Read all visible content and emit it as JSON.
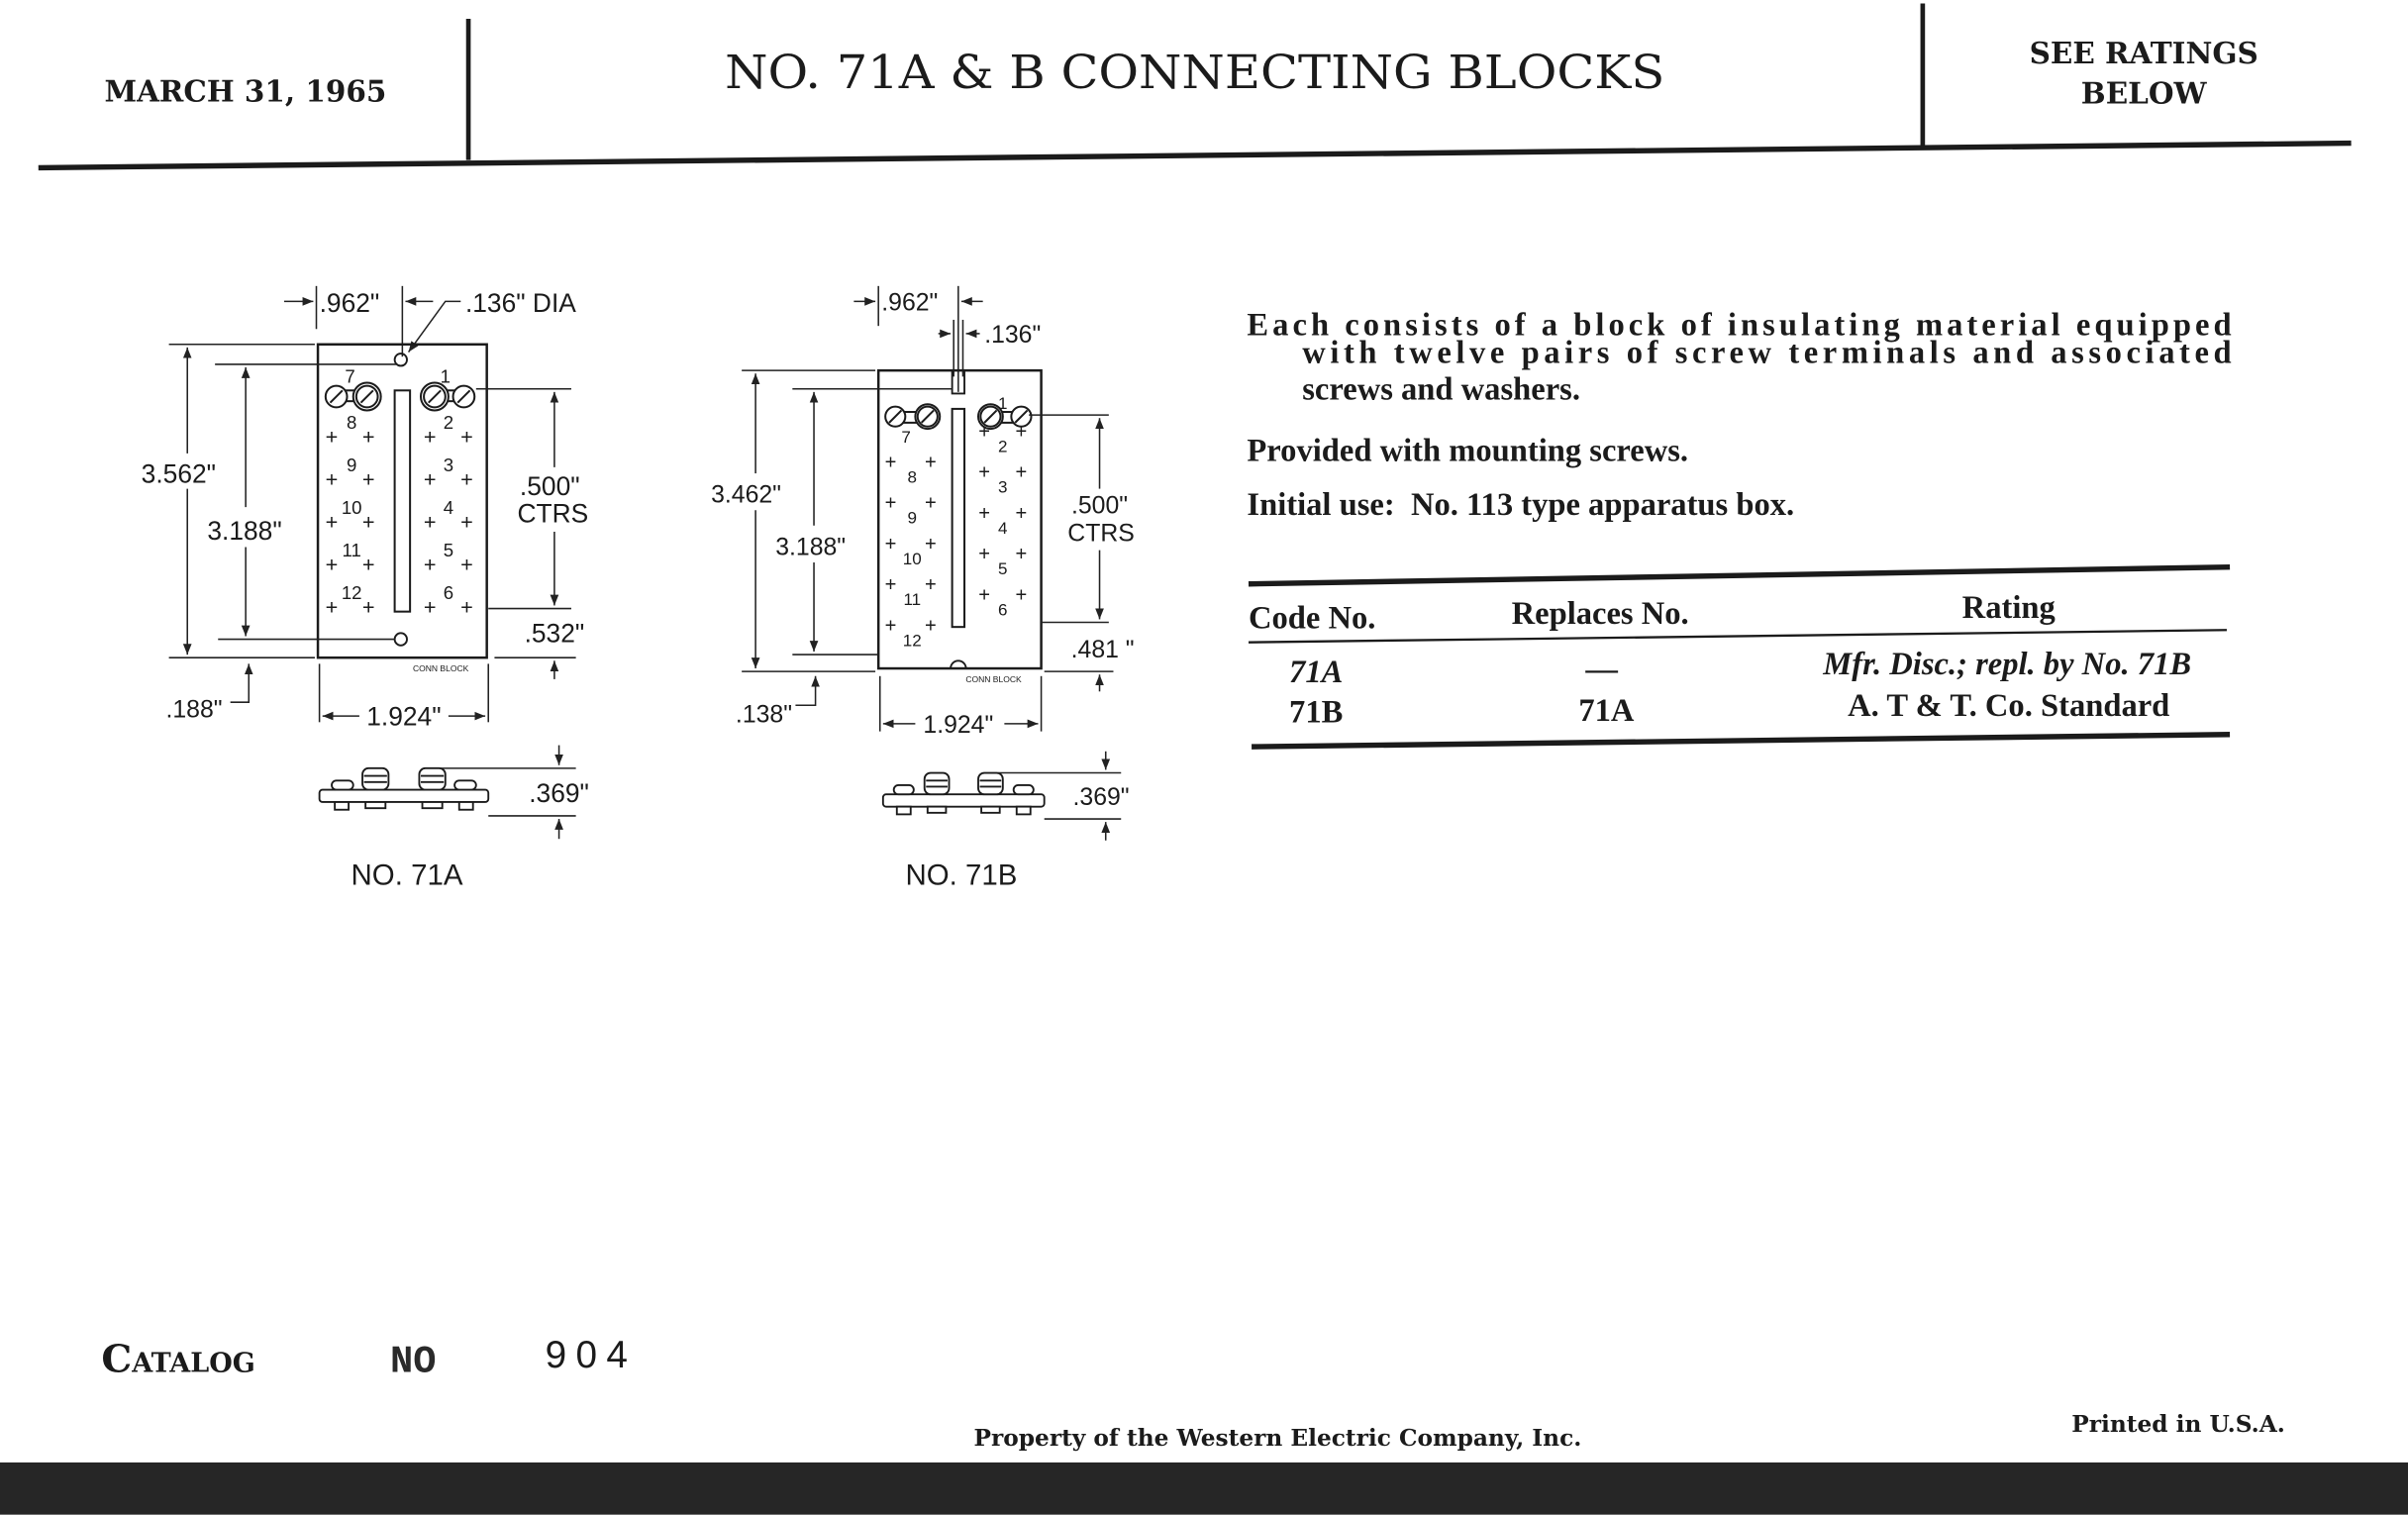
{
  "header": {
    "date": "MARCH 31, 1965",
    "title": "NO. 71A & B CONNECTING BLOCKS",
    "ratings_line1": "SEE RATINGS",
    "ratings_line2": "BELOW"
  },
  "drawing_71a": {
    "dim_width_half": ".962\"",
    "dim_hole": ".136\" DIA",
    "dim_height": "3.562\"",
    "dim_mount": "3.188\"",
    "dim_offset": ".188\"",
    "dim_centers": ".500\"",
    "dim_centers_label": "CTRS",
    "dim_bottom": ".532\"",
    "block_label": "CONN BLOCK",
    "dim_width": "1.924\"",
    "dim_thickness": ".369\"",
    "caption": "NO. 71A",
    "top_terminals": [
      "7",
      "1"
    ],
    "left_terminals": [
      "8",
      "9",
      "10",
      "11",
      "12"
    ],
    "right_terminals": [
      "2",
      "3",
      "4",
      "5",
      "6"
    ]
  },
  "drawing_71b": {
    "dim_width_half": ".962\"",
    "dim_slot": ".136\"",
    "dim_height": "3.462\"",
    "dim_mount": "3.188\"",
    "dim_offset": ".138\"",
    "dim_centers": ".500\"",
    "dim_centers_label": "CTRS",
    "dim_bottom": ".481 \"",
    "block_label": "CONN BLOCK",
    "dim_width": "1.924\"",
    "dim_thickness": ".369\"",
    "caption": "NO. 71B",
    "top_terminals": [
      "7",
      "1"
    ],
    "left_terminals": [
      "8",
      "9",
      "10",
      "11",
      "12"
    ],
    "right_terminals": [
      "2",
      "3",
      "4",
      "5",
      "6"
    ]
  },
  "description": {
    "line1": "Each consists of a block of insulating material equipped",
    "line2": "with twelve pairs of screw terminals and associated",
    "line3": "screws and washers.",
    "mounting": "Provided with mounting screws.",
    "initial_use": "Initial use:  No. 113 type apparatus box."
  },
  "ratings_table": {
    "headers": [
      "Code No.",
      "Replaces No.",
      "Rating"
    ],
    "rows": [
      {
        "code": "71A",
        "replaces": "—",
        "rating": "Mfr. Disc.; repl. by No. 71B"
      },
      {
        "code": "71B",
        "replaces": "71A",
        "rating": "A. T & T. Co. Standard"
      }
    ]
  },
  "footer": {
    "catalog_label": "Catalog",
    "no_label": "NO",
    "catalog_number": "904",
    "property": "Property of the Western Electric Company, Inc.",
    "printed": "Printed in U.S.A."
  }
}
